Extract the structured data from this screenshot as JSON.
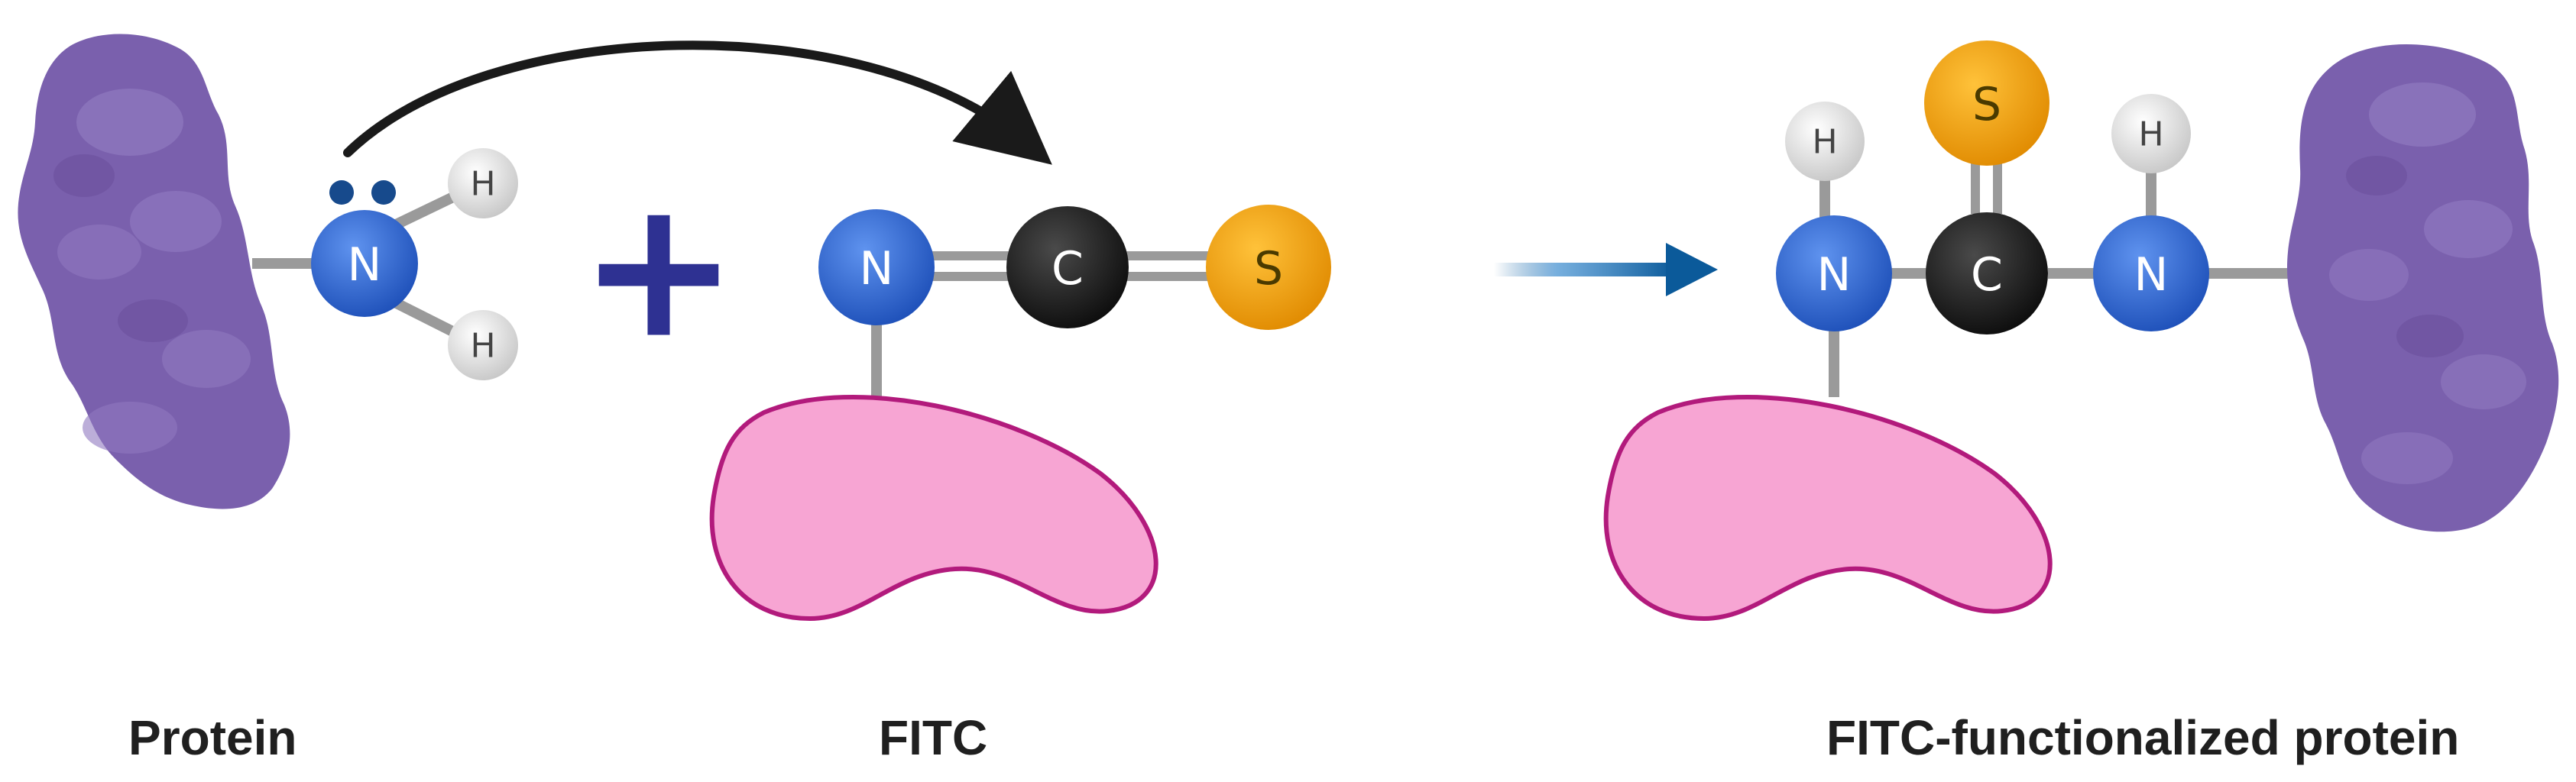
{
  "labels": {
    "protein": "Protein",
    "fitc": "FITC",
    "product": "FITC-functionalized protein"
  },
  "atoms": {
    "nitrogen": "N",
    "carbon": "C",
    "sulfur": "S",
    "hydrogen": "H"
  },
  "operator": {
    "plus": "+"
  },
  "colors": {
    "protein": "#7a60ad",
    "protein_light": "#8f78bf",
    "nitrogen": "#2f64d2",
    "carbon": "#1e1e1e",
    "sulfur": "#f2a20c",
    "hydrogen": "#dedede",
    "fluorophore": "#f7a5d3",
    "fluorophore_edge": "#b21a7c",
    "plus": "#2e3192",
    "reaction_arrow": "#0b5a9a",
    "curved_arrow": "#1a1a1a",
    "lone_pair": "#174a8c"
  }
}
